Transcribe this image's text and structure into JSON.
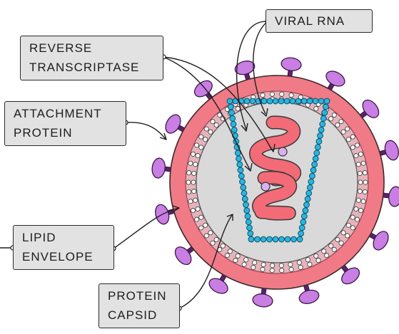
{
  "labels": {
    "viral_rna": [
      "VIRAL RNA"
    ],
    "reverse_transcriptase": [
      "REVERSE",
      "TRANSCRIPTASE"
    ],
    "attachment_protein": [
      "ATTACHMENT",
      "PROTEIN"
    ],
    "lipid_envelope": [
      "LIPID",
      "ENVELOPE"
    ],
    "protein_capsid": [
      "PROTEIN",
      "CAPSID"
    ]
  },
  "colors": {
    "envelope": "#f07a86",
    "matrix_light": "#d9d9d9",
    "spike_fill": "#c97ee3",
    "spike_stem": "#5b2170",
    "capsid_beads": "#27b6e0",
    "rna": "#f26b76",
    "enzyme": "#d9b0f2"
  }
}
